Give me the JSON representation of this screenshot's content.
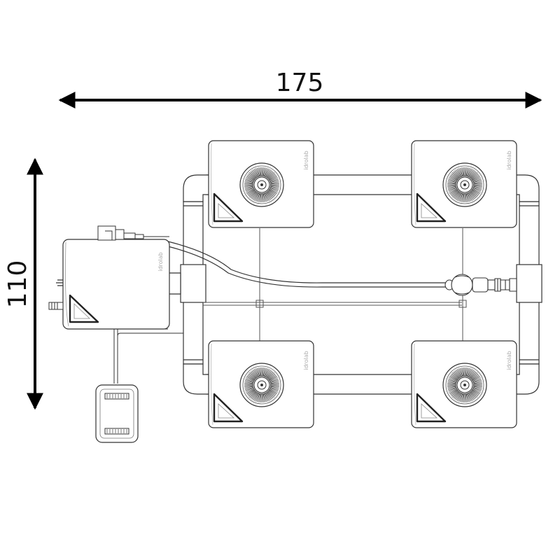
{
  "dimensions": {
    "width_label": "175",
    "height_label": "110"
  },
  "pot_brand": "idrolab",
  "reservoir_brand": "idrolab",
  "colors": {
    "line": "#222222",
    "dim_line": "#000000",
    "pipe_fill": "#ffffff",
    "brand_text": "#aaaaaa"
  },
  "pots": [
    {
      "id": "top-left"
    },
    {
      "id": "top-right"
    },
    {
      "id": "bottom-left"
    },
    {
      "id": "bottom-right"
    }
  ]
}
